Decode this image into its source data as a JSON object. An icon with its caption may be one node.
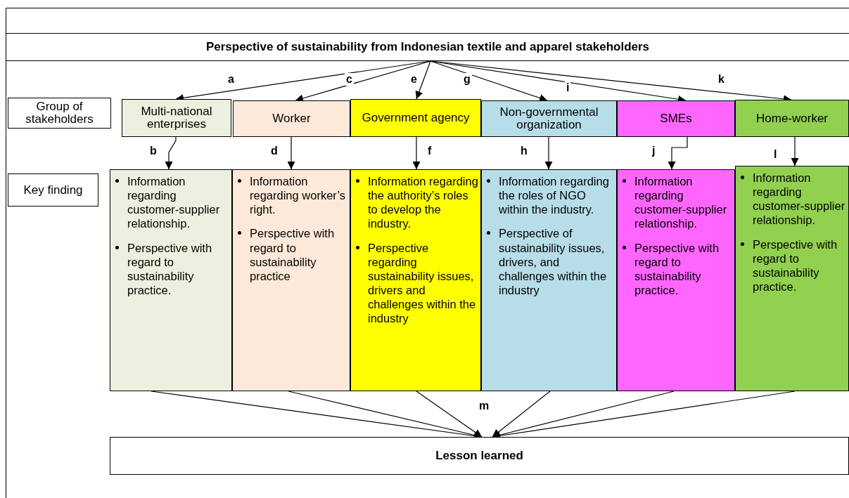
{
  "diagram": {
    "nodes": [
      {
        "text": [
          "Perspective of sustainability from Indonesian textile and apparel stakeholders"
        ]
      },
      {
        "text": [
          "Group of stakeholders"
        ]
      },
      {
        "text": [
          "Multi-national enterprises"
        ]
      },
      {
        "text": [
          "Worker"
        ]
      },
      {
        "text": [
          "Government agency"
        ]
      },
      {
        "text": [
          "Non-governmental organization"
        ]
      },
      {
        "text": [
          "SMEs"
        ]
      },
      {
        "text": [
          "Home-worker"
        ]
      },
      {
        "text": [
          "Key finding"
        ]
      },
      {
        "text": [
          "Information regarding customer-supplier relationship.",
          "Perspective with regard to sustainability practice."
        ]
      },
      {
        "text": [
          "Information regarding worker’s right.",
          "Perspective with regard to sustainability practice"
        ]
      },
      {
        "text": [
          "Information regarding the authority’s roles to develop the industry.",
          "Perspective regarding sustainability issues, drivers and challenges within the industry"
        ]
      },
      {
        "text": [
          "Information regarding the roles of NGO within the industry.",
          "Perspective of sustainability issues, drivers, and challenges within the industry"
        ]
      },
      {
        "text": [
          "Information regarding customer-supplier relationship.",
          "Perspective with regard to sustainability practice."
        ]
      },
      {
        "text": [
          "Information regarding customer-supplier relationship.",
          "Perspective with regard to sustainability practice."
        ]
      },
      {
        "text": [
          "Lesson learned"
        ]
      }
    ],
    "edges": [
      {
        "from": 0,
        "to": 2,
        "arrow": "to",
        "label": "a"
      },
      {
        "from": 0,
        "to": 3,
        "arrow": "to",
        "label": "c"
      },
      {
        "from": 0,
        "to": 4,
        "arrow": "to",
        "label": "e"
      },
      {
        "from": 0,
        "to": 5,
        "arrow": "to",
        "label": "g"
      },
      {
        "from": 0,
        "to": 6,
        "arrow": "to",
        "label": "i"
      },
      {
        "from": 0,
        "to": 7,
        "arrow": "to",
        "label": "k"
      },
      {
        "from": 2,
        "to": 9,
        "arrow": "to",
        "label": "b"
      },
      {
        "from": 3,
        "to": 10,
        "arrow": "to",
        "label": "d"
      },
      {
        "from": 4,
        "to": 11,
        "arrow": "to",
        "label": "f"
      },
      {
        "from": 5,
        "to": 12,
        "arrow": "to",
        "label": "h"
      },
      {
        "from": 6,
        "to": 13,
        "arrow": "to",
        "label": "j"
      },
      {
        "from": 7,
        "to": 14,
        "arrow": "to",
        "label": "l"
      },
      {
        "from": 9,
        "to": 15,
        "arrow": "to"
      },
      {
        "from": 10,
        "to": 15,
        "arrow": "to"
      },
      {
        "from": 11,
        "to": 15,
        "arrow": "to"
      },
      {
        "from": 12,
        "to": 15,
        "arrow": "to"
      },
      {
        "from": 13,
        "to": 15,
        "arrow": "to"
      },
      {
        "from": 14,
        "to": 15,
        "arrow": "to"
      }
    ],
    "labels": [
      "m"
    ]
  }
}
